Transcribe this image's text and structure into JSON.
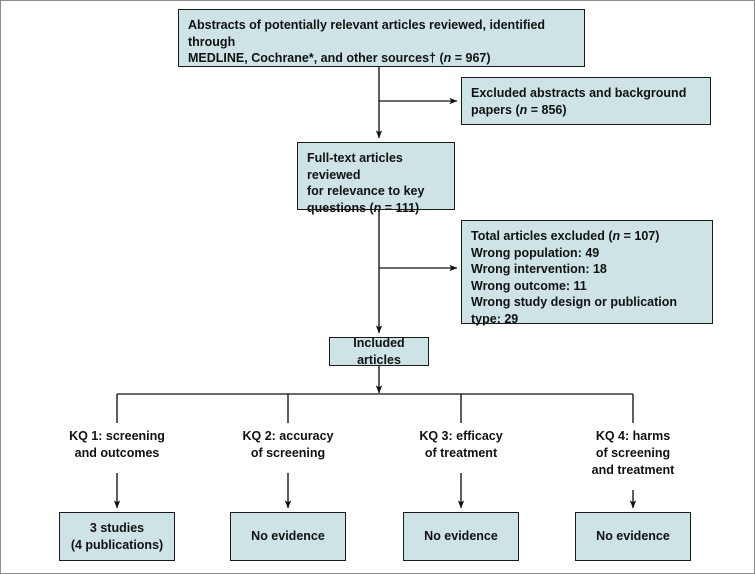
{
  "figure": {
    "type": "study-selection-flow-diagram",
    "colors": {
      "node_fill": "#cde3e5",
      "node_border": "#1a1a1a",
      "edge": "#111111",
      "frame": "#8c8c8c",
      "background": "#ffffff"
    }
  },
  "nodes": {
    "abstracts": {
      "label": "Abstracts of potentially relevant articles reviewed, identified through MEDLINE, Cochrane*, and other sources† (n = 967)",
      "line1": "Abstracts of potentially relevant articles reviewed, identified through",
      "line2_pre": "MEDLINE, Cochrane*, and other sources† (",
      "line2_italic": "n",
      "line2_post": " = 967)",
      "count": 967
    },
    "excluded_abstracts": {
      "label": "Excluded abstracts and background papers (n = 856)",
      "line1": "Excluded abstracts and background",
      "line2_pre": "papers (",
      "line2_italic": "n",
      "line2_post": " = 856)",
      "count": 856
    },
    "fulltext": {
      "label": "Full-text articles reviewed for relevance to key questions (n = 111)",
      "line1": "Full-text articles reviewed",
      "line2": "for relevance to key",
      "line3_pre": "questions (",
      "line3_italic": "n",
      "line3_post": " = 111)",
      "count": 111
    },
    "total_excluded": {
      "heading_pre": "Total articles excluded (",
      "heading_italic": "n",
      "heading_post": " = 107)",
      "count": 107,
      "reasons": [
        {
          "label": "Wrong population:",
          "value": 49
        },
        {
          "label": "Wrong intervention:",
          "value": 18
        },
        {
          "label": "Wrong outcome:",
          "value": 11
        },
        {
          "label": "Wrong study design or publication type:",
          "value": 29
        }
      ],
      "reason_lines": "   Wrong population: 49\n   Wrong intervention: 18\n   Wrong outcome: 11\n   Wrong study design or publication\n      type: 29"
    },
    "included": {
      "label": "Included articles"
    }
  },
  "key_questions": [
    {
      "id": "kq1",
      "label": "KQ 1: screening\nand outcomes",
      "number": "KQ 1",
      "topic": "screening and outcomes",
      "result": "3 studies\n(4 publications)",
      "result_studies": 3,
      "result_publications": 4
    },
    {
      "id": "kq2",
      "label": "KQ 2: accuracy\nof screening",
      "number": "KQ 2",
      "topic": "accuracy of screening",
      "result": "No evidence"
    },
    {
      "id": "kq3",
      "label": "KQ 3: efficacy\nof treatment",
      "number": "KQ 3",
      "topic": "efficacy of treatment",
      "result": "No evidence"
    },
    {
      "id": "kq4",
      "label": "KQ 4: harms\nof screening\nand treatment",
      "number": "KQ 4",
      "topic": "harms of screening and treatment",
      "result": "No evidence"
    }
  ],
  "footnotes": {
    "asterisk": "*",
    "dagger": "†"
  }
}
